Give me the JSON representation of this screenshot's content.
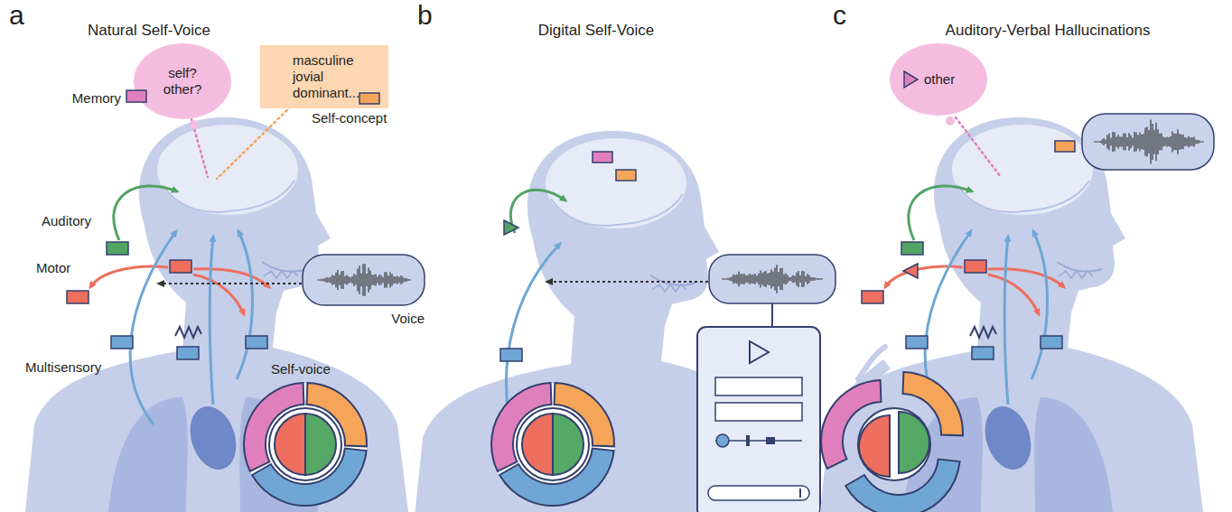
{
  "diagram": {
    "nodes": [
      {
        "text": [
          "self? other?"
        ]
      },
      {
        "text": [
          "masculine jovial dominant..."
        ]
      },
      {
        "text": [
          "other"
        ]
      }
    ],
    "labels": [
      "a",
      "Natural Self-Voice",
      "Memory",
      "Self-concept",
      "Auditory",
      "Motor",
      "Multisensory",
      "Voice",
      "Self-voice",
      "b",
      "Digital Self-Voice",
      "c",
      "Auditory-Verbal Hallucinations"
    ]
  }
}
